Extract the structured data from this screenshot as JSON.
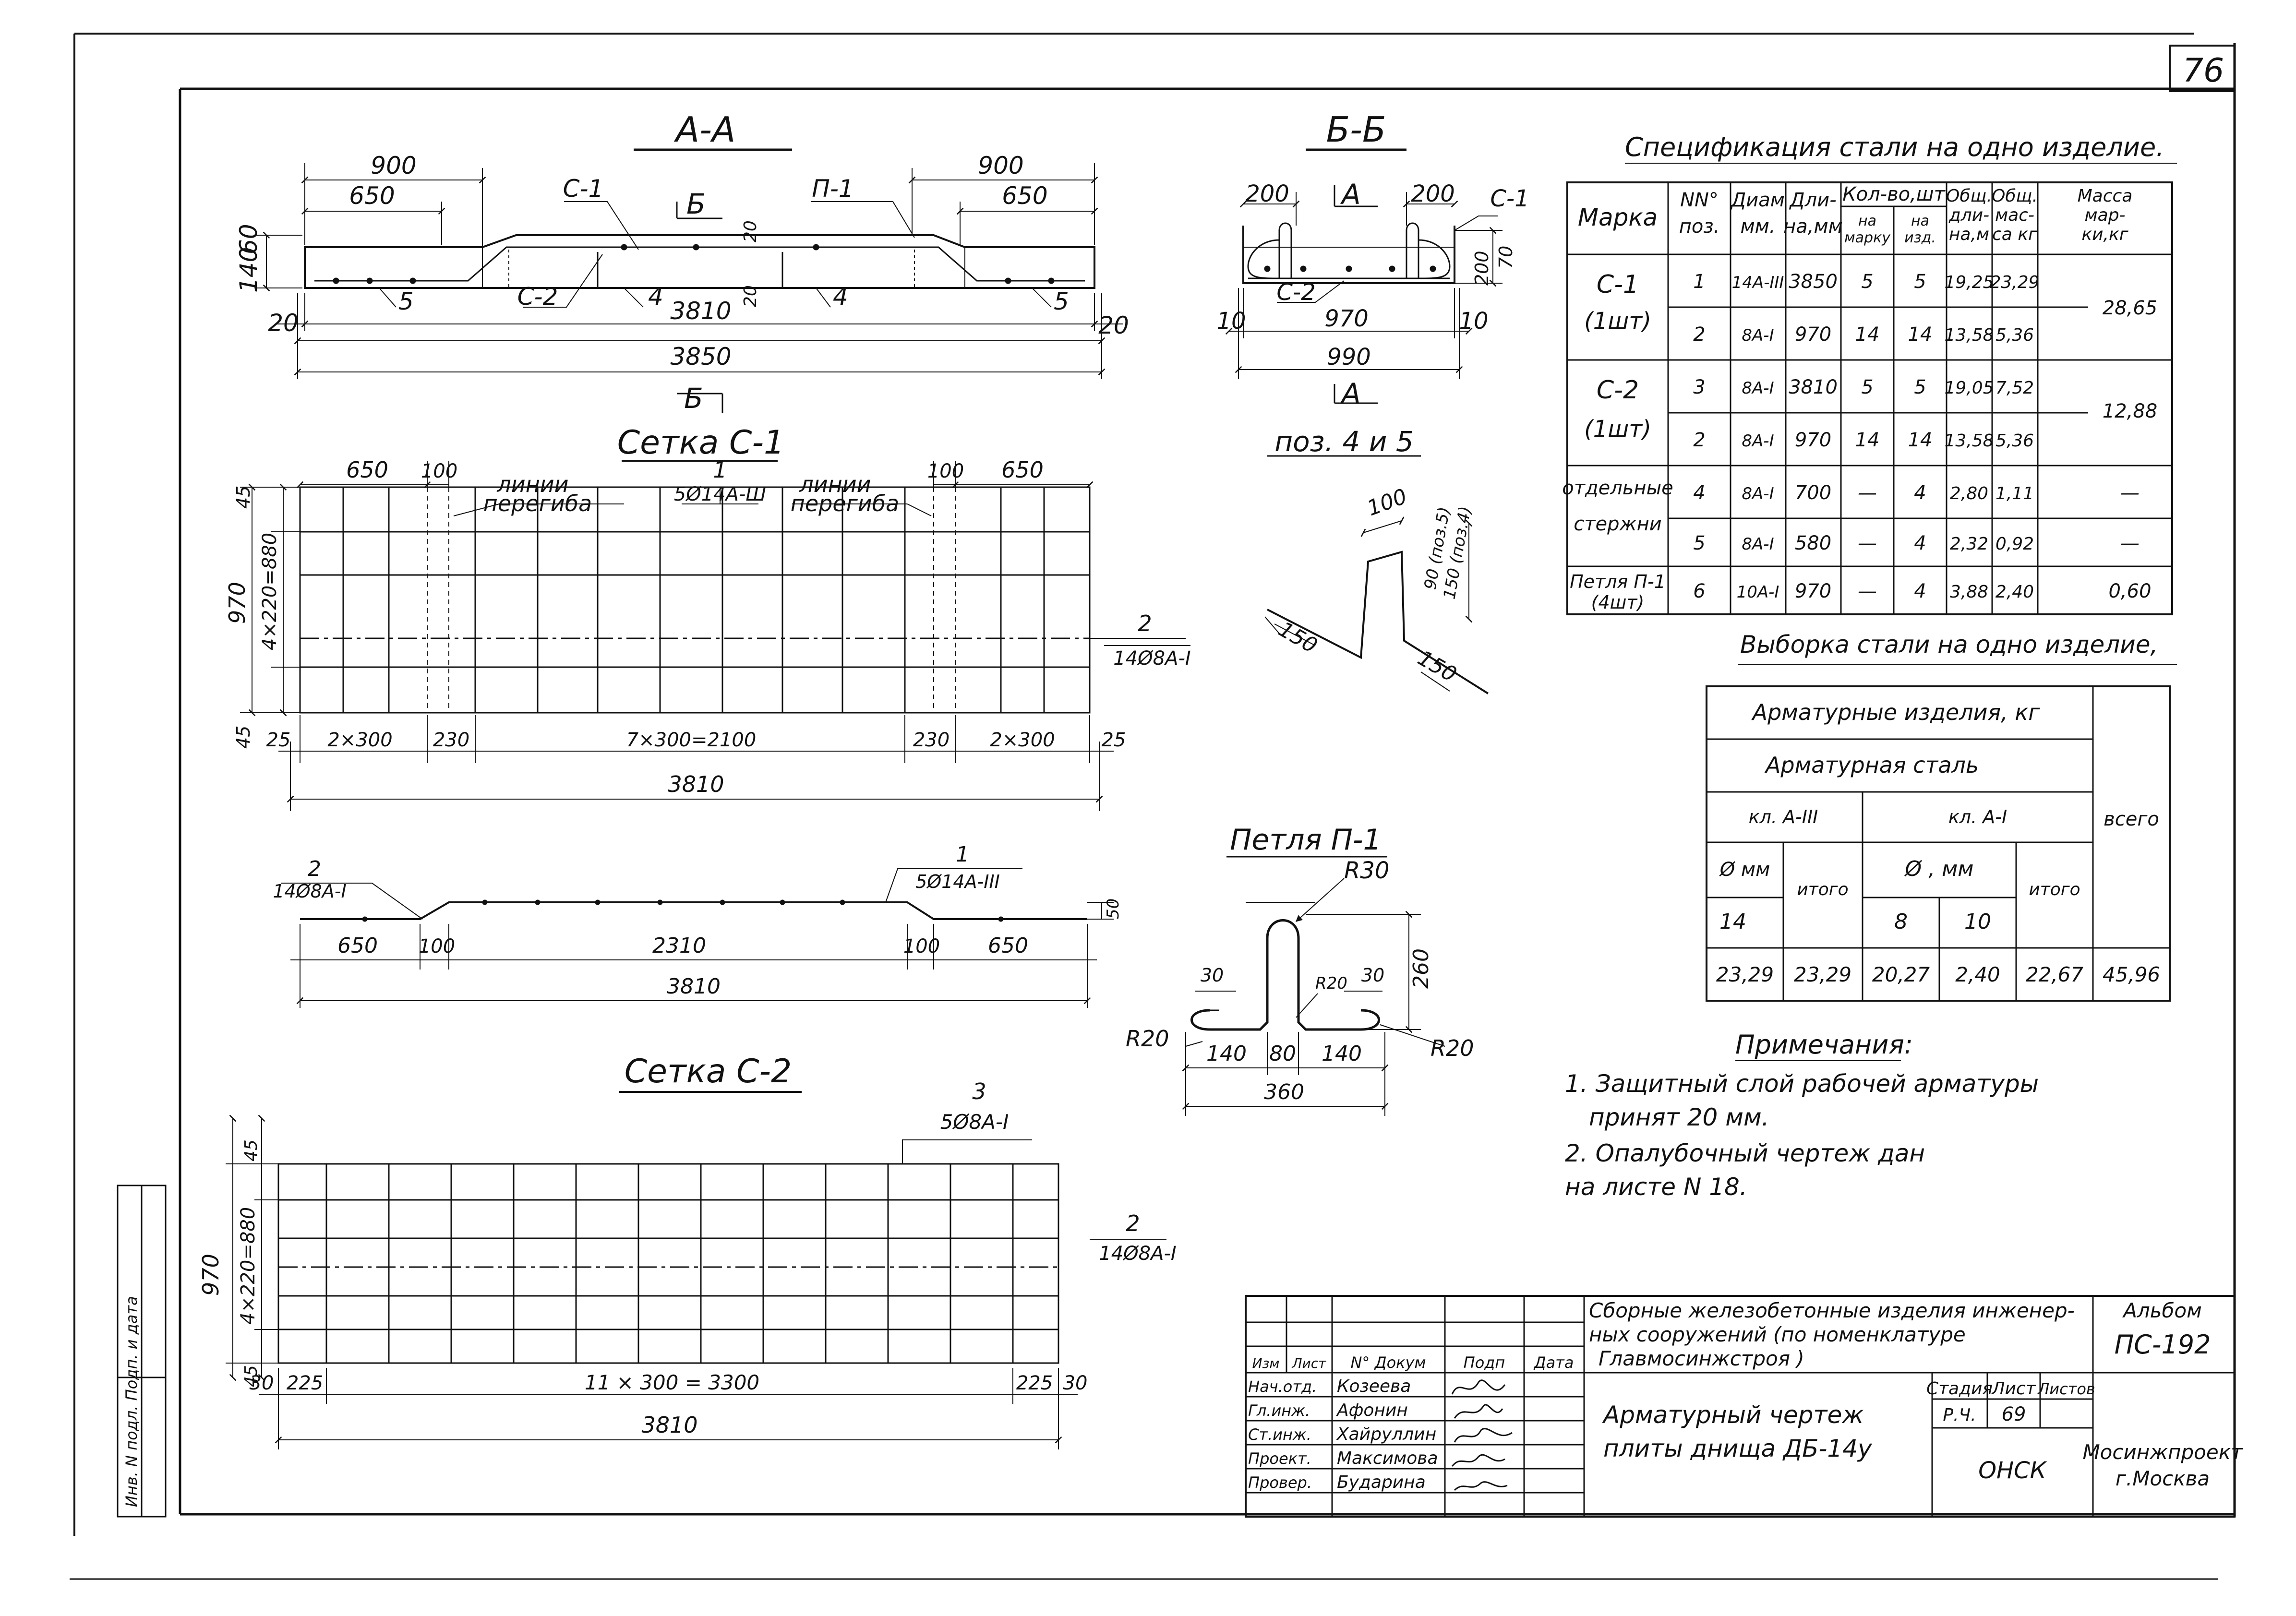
{
  "sheet_number": "76",
  "section_aa": {
    "title": "А-А",
    "dim_900_left": "900",
    "dim_900_right": "900",
    "dim_650_left": "650",
    "dim_650_right": "650",
    "dim_140": "140",
    "dim_60": "60",
    "label_c1": "С-1",
    "label_p1": "П-1",
    "label_b_top": "Б",
    "label_b_bottom": "Б",
    "label_c2": "С-2",
    "pos_4_a": "4",
    "pos_4_b": "4",
    "pos_5_left": "5",
    "pos_5_right": "5",
    "dim_20_mid_top": "20",
    "dim_20_mid_bottom": "20",
    "dim_20_left": "20",
    "dim_20_right": "20",
    "dim_3810": "3810",
    "dim_3850": "3850"
  },
  "section_bb": {
    "title": "Б-Б",
    "dim_200_left": "200",
    "dim_200_right": "200",
    "label_a_top": "А",
    "label_a_bottom": "А",
    "label_c1": "С-1",
    "label_c2": "С-2",
    "dim_200_side": "200",
    "dim_70": "70",
    "dim_10_left": "10",
    "dim_10_right": "10",
    "dim_970": "970",
    "dim_990": "990"
  },
  "mesh_c1": {
    "title": "Сетка С-1",
    "dim_650_left": "650",
    "dim_100_left": "100",
    "bend_lines_left_1": "линии",
    "bend_lines_left_2": "перегиба",
    "callout_num": "1",
    "callout_bars": "5Ø14А-Ш",
    "bend_lines_right_1": "линии",
    "bend_lines_right_2": "перегиба",
    "dim_100_right": "100",
    "dim_650_right": "650",
    "dim_45_top": "45",
    "dim_970": "970",
    "dim_4x220": "4×220=880",
    "dim_45_bottom": "45",
    "side_callout_num": "2",
    "side_callout_bars": "14Ø8А-I",
    "dim_25_left": "25",
    "dim_2x300_left": "2×300",
    "dim_230_left": "230",
    "dim_7x300": "7×300=2100",
    "dim_230_right": "230",
    "dim_2x300_right": "2×300",
    "dim_25_right": "25",
    "dim_3810": "3810"
  },
  "bend_profile": {
    "callout_left_num": "2",
    "callout_left_bars": "14Ø8А-I",
    "callout_right_num": "1",
    "callout_right_bars": "5Ø14А-III",
    "dim_650_left": "650",
    "dim_100_left": "100",
    "dim_2310": "2310",
    "dim_100_right": "100",
    "dim_650_right": "650",
    "dim_50": "50",
    "dim_3810": "3810"
  },
  "mesh_c2": {
    "title": "Сетка С-2",
    "callout_num": "3",
    "callout_bars": "5Ø8А-I",
    "dim_45_top": "45",
    "dim_970": "970",
    "dim_4x220": "4×220=880",
    "dim_45_bottom": "45",
    "side_callout_num": "2",
    "side_callout_bars": "14Ø8А-I",
    "dim_30_left": "30",
    "dim_225_left": "225",
    "dim_11x300": "11 × 300 = 3300",
    "dim_225_right": "225",
    "dim_30_right": "30",
    "dim_3810": "3810"
  },
  "pos45": {
    "title": "поз. 4 и 5",
    "dim_100": "100",
    "dim_90": "90 (поз.5)",
    "dim_150_pos4": "150 (поз.4)",
    "dim_150_left": "150",
    "dim_150_right": "150"
  },
  "loop_p1": {
    "title": "Петля П-1",
    "r30": "R30",
    "r20_left": "R20",
    "r20_mid": "R20",
    "r20_right": "R20",
    "dim_30_left": "30",
    "dim_30_right": "30",
    "dim_260": "260",
    "dim_140_left": "140",
    "dim_80": "80",
    "dim_140_right": "140",
    "dim_360": "360"
  },
  "spec": {
    "title": "Спецификация стали на одно изделие.",
    "headers": {
      "marka": "Марка",
      "pos_1": "NN°",
      "pos_2": "поз.",
      "diam_1": "Диам",
      "diam_2": "мм.",
      "len_1": "Дли-",
      "len_2": "на,мм",
      "qty": "Кол-во,шт",
      "qty_mark_1": "на",
      "qty_mark_2": "марку",
      "qty_item_1": "на",
      "qty_item_2": "изд.",
      "tlen_1": "Общ.",
      "tlen_2": "дли-",
      "tlen_3": "на,м",
      "tmass_1": "Общ.",
      "tmass_2": "мас-",
      "tmass_3": "са кг",
      "mmass_1": "Масса",
      "mmass_2": "мар-",
      "mmass_3": "ки,кг"
    },
    "groups": [
      {
        "mark_1": "С-1",
        "mark_2": "(1шт)",
        "mass": "28,65"
      },
      {
        "mark_1": "С-2",
        "mark_2": "(1шт)",
        "mass": "12,88"
      },
      {
        "mark_1": "отдельные",
        "mark_2": "стержни"
      },
      {
        "mark_1": "Петля П-1",
        "mark_2": "(4шт)"
      }
    ],
    "rows": [
      {
        "pos": "1",
        "diam": "14А-III",
        "len": "3850",
        "qty_mark": "5",
        "qty_item": "5",
        "tlen": "19,25",
        "tmass": "23,29"
      },
      {
        "pos": "2",
        "diam": "8А-I",
        "len": "970",
        "qty_mark": "14",
        "qty_item": "14",
        "tlen": "13,58",
        "tmass": "5,36"
      },
      {
        "pos": "3",
        "diam": "8А-I",
        "len": "3810",
        "qty_mark": "5",
        "qty_item": "5",
        "tlen": "19,05",
        "tmass": "7,52"
      },
      {
        "pos": "2",
        "diam": "8А-I",
        "len": "970",
        "qty_mark": "14",
        "qty_item": "14",
        "tlen": "13,58",
        "tmass": "5,36"
      },
      {
        "pos": "4",
        "diam": "8А-I",
        "len": "700",
        "qty_mark": "—",
        "qty_item": "4",
        "tlen": "2,80",
        "tmass": "1,11",
        "mmass": "—"
      },
      {
        "pos": "5",
        "diam": "8А-I",
        "len": "580",
        "qty_mark": "—",
        "qty_item": "4",
        "tlen": "2,32",
        "tmass": "0,92",
        "mmass": "—"
      },
      {
        "pos": "6",
        "diam": "10А-I",
        "len": "970",
        "qty_mark": "—",
        "qty_item": "4",
        "tlen": "3,88",
        "tmass": "2,40",
        "mmass": "0,60"
      }
    ]
  },
  "selection": {
    "title": "Выборка стали на одно изделие,",
    "h_products": "Арматурные изделия, кг",
    "h_steel": "Арматурная сталь",
    "h_total": "всего",
    "h_cl3": "кл. А-III",
    "h_cl1": "кл. А-I",
    "h_diam_mm_a": "Ø мм",
    "h_itogo_a": "итого",
    "h_diam_mm_b": "Ø , мм",
    "h_itogo_b": "итого",
    "d14": "14",
    "d8": "8",
    "d10": "10",
    "v_14": "23,29",
    "v_itogo_a": "23,29",
    "v_8": "20,27",
    "v_10": "2,40",
    "v_itogo_b": "22,67",
    "v_total": "45,96"
  },
  "notes": {
    "title": "Примечания:",
    "line1": "1. Защитный слой рабочей арматуры",
    "line2": "принят 20 мм.",
    "line3": "2. Опалубочный чертеж дан",
    "line4": "на листе N 18."
  },
  "title_block": {
    "org_title_1": "Сборные железобетонные изделия инженер-",
    "org_title_2": "ных сооружений (по номенклатуре",
    "org_title_3": "Главмосинжстроя )",
    "album_label": "Альбом",
    "album_code": "ПС-192",
    "h_izm": "Изм",
    "h_list": "Лист",
    "h_doc": "N° Докум",
    "h_sign": "Подп",
    "h_date": "Дата",
    "role_1": "Нач.отд.",
    "name_1": "Козеева",
    "role_2": "Гл.инж.",
    "name_2": "Афонин",
    "role_3": "Ст.инж.",
    "name_3": "Хайруллин",
    "role_4": "Проект.",
    "name_4": "Максимова",
    "role_5": "Провер.",
    "name_5": "Бударина",
    "drawing_title_1": "Арматурный чертеж",
    "drawing_title_2": "плиты днища ДБ-14у",
    "h_stage": "Стадия",
    "h_sheet": "Лист",
    "h_sheets": "Листов",
    "stage_val": "Р.Ч.",
    "sheet_val": "69",
    "dept": "ОНСК",
    "org_1": "Мосинжпроект",
    "org_2": "г.Москва"
  },
  "stamp_left": "Инв. N подл.   Подп. и дата"
}
